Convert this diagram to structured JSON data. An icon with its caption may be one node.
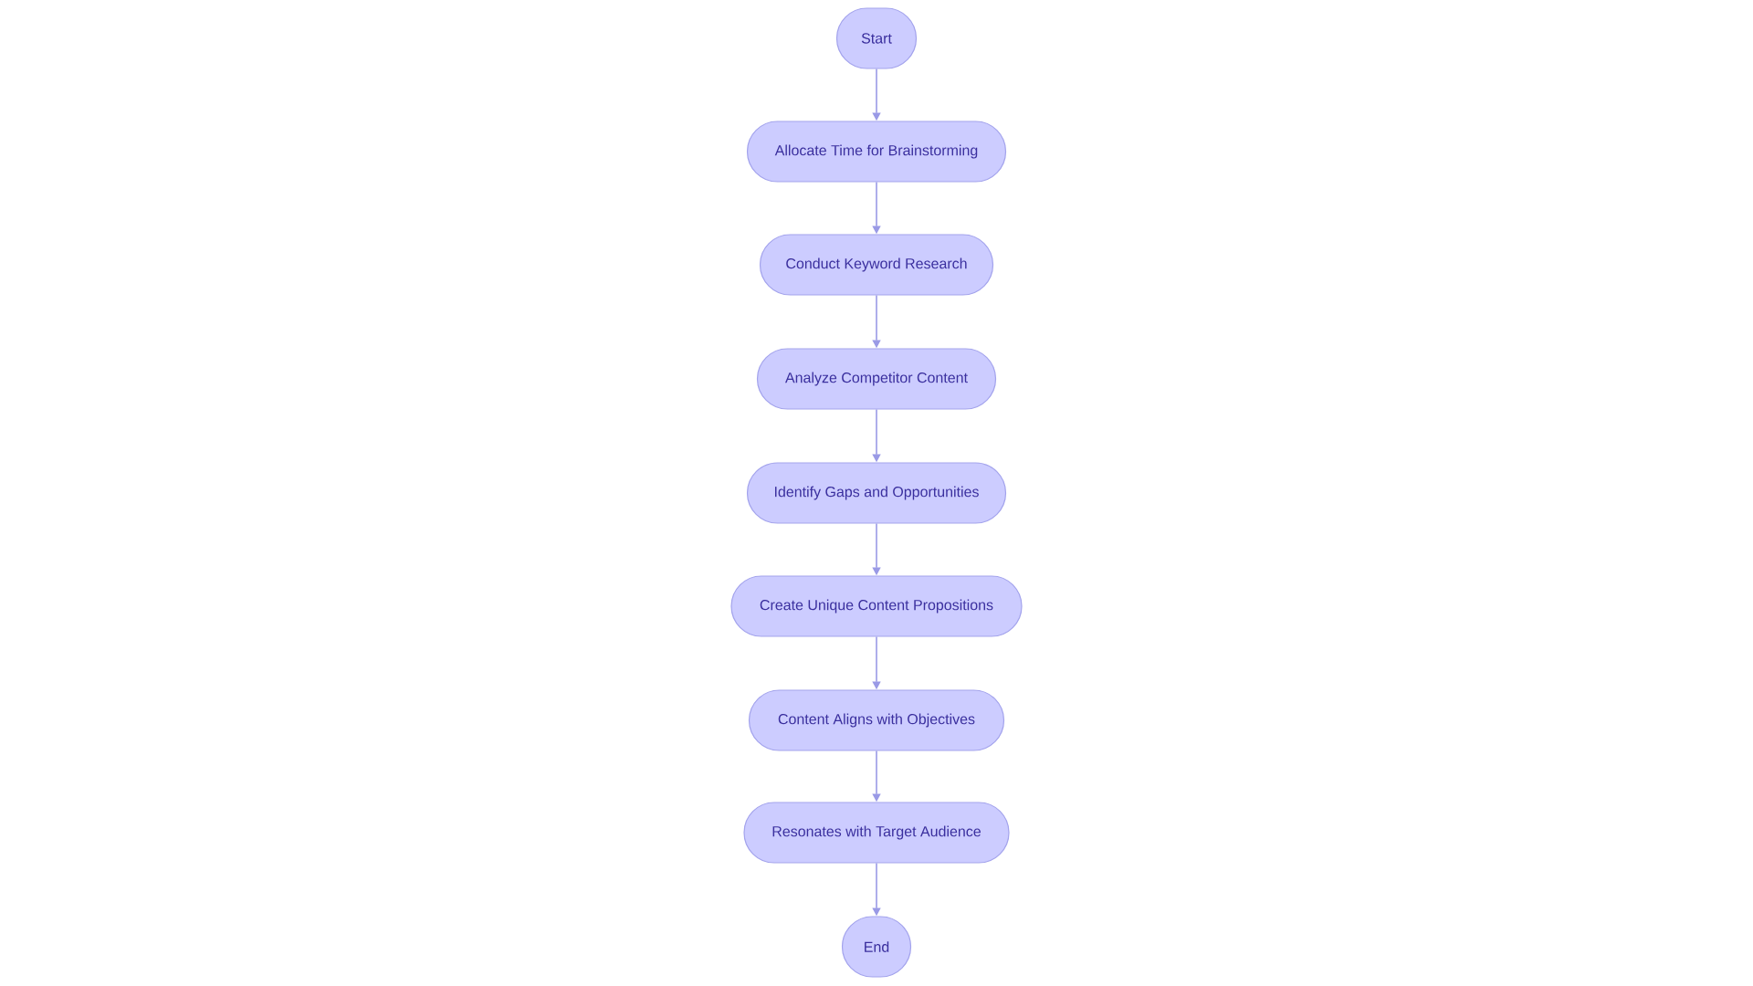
{
  "diagram": {
    "nodes": [
      {
        "text": [
          "Start"
        ]
      },
      {
        "text": [
          "Allocate Time for Brainstorming"
        ]
      },
      {
        "text": [
          "Conduct Keyword Research"
        ]
      },
      {
        "text": [
          "Analyze Competitor Content"
        ]
      },
      {
        "text": [
          "Identify Gaps and Opportunities"
        ]
      },
      {
        "text": [
          "Create Unique Content Propositions"
        ]
      },
      {
        "text": [
          "Content Aligns with Objectives"
        ]
      },
      {
        "text": [
          "Resonates with Target Audience"
        ]
      },
      {
        "text": [
          "End"
        ]
      }
    ],
    "edges": [
      {
        "from": 0,
        "to": 1,
        "arrow": "to"
      },
      {
        "from": 1,
        "to": 2,
        "arrow": "to"
      },
      {
        "from": 2,
        "to": 3,
        "arrow": "to"
      },
      {
        "from": 3,
        "to": 4,
        "arrow": "to"
      },
      {
        "from": 4,
        "to": 5,
        "arrow": "to"
      },
      {
        "from": 5,
        "to": 6,
        "arrow": "to"
      },
      {
        "from": 6,
        "to": 7,
        "arrow": "to"
      },
      {
        "from": 7,
        "to": 8,
        "arrow": "to"
      }
    ]
  }
}
